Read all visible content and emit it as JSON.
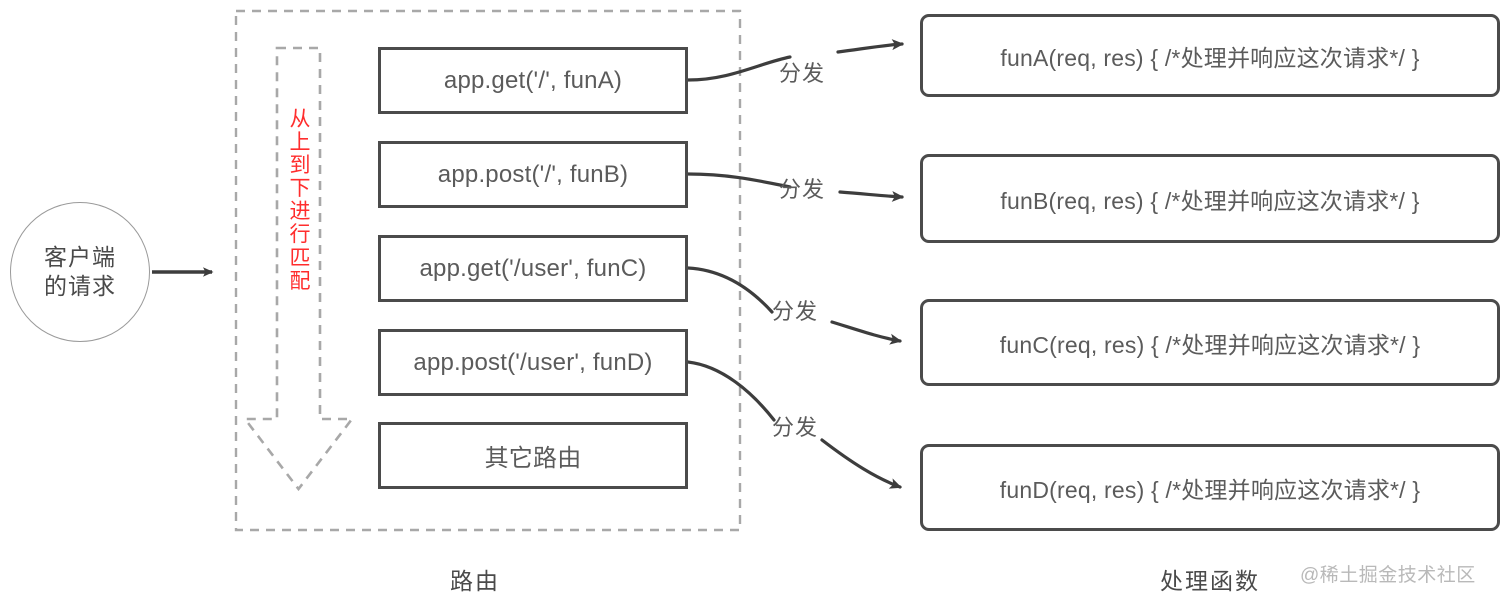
{
  "diagram": {
    "title": "Express routing dispatch diagram",
    "colors": {
      "box_border": "#4b4b4b",
      "text": "#5b5b5b",
      "dashed_gray": "#a8a8a8",
      "highlight_red": "#ff2d2d",
      "watermark": "#b9b9b9"
    }
  },
  "client": {
    "line1": "客户端",
    "line2": "的请求"
  },
  "match_note": {
    "full": "从上到下进行匹配",
    "chars": [
      "从",
      "上",
      "到",
      "下",
      "进",
      "行",
      "匹",
      "配"
    ]
  },
  "routes": [
    {
      "label": "app.get('/', funA)"
    },
    {
      "label": "app.post('/', funB)"
    },
    {
      "label": "app.get('/user', funC)"
    },
    {
      "label": "app.post('/user', funD)"
    },
    {
      "label": "其它路由"
    }
  ],
  "handlers": [
    {
      "label": "funA(req, res) { /*处理并响应这次请求*/ }"
    },
    {
      "label": "funB(req, res) { /*处理并响应这次请求*/ }"
    },
    {
      "label": "funC(req, res) { /*处理并响应这次请求*/ }"
    },
    {
      "label": "funD(req, res) { /*处理并响应这次请求*/ }"
    }
  ],
  "dispatch_labels": [
    {
      "text": "分发"
    },
    {
      "text": "分发"
    },
    {
      "text": "分发"
    },
    {
      "text": "分发"
    }
  ],
  "captions": {
    "left": "路由",
    "right": "处理函数"
  },
  "watermark": {
    "text": "@稀土掘金技术社区"
  }
}
